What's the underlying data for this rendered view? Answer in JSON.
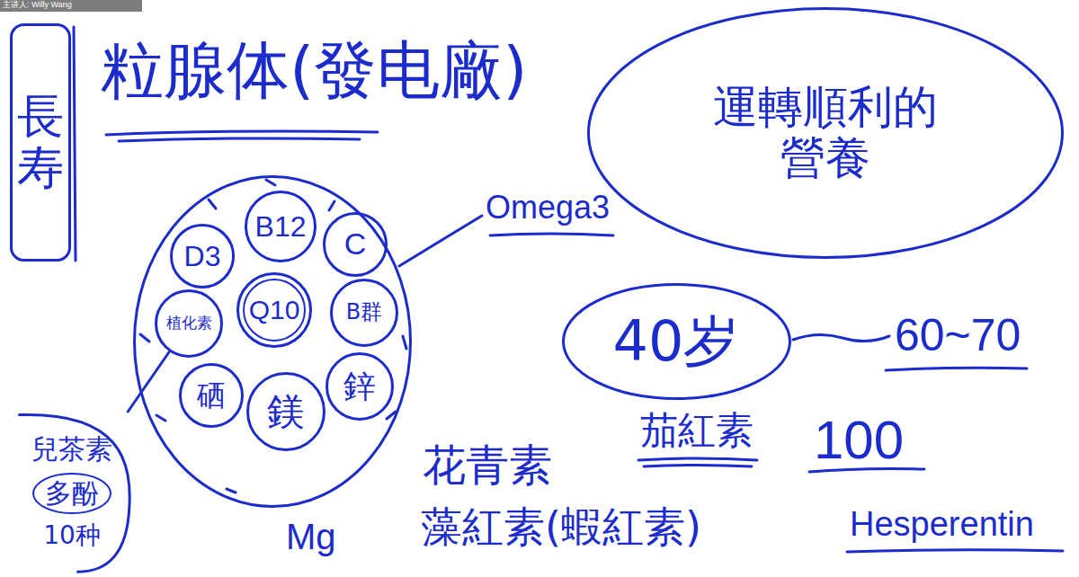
{
  "diagram": {
    "title": "粒腺体(發电廠)",
    "nodes": [
      {
        "text": [
          "長寿"
        ]
      },
      {
        "text": [
          "運轉順利的 營養"
        ]
      },
      {
        "text": []
      },
      {
        "text": [
          "B12"
        ],
        "in": 2
      },
      {
        "text": [
          "C"
        ],
        "in": 2
      },
      {
        "text": [
          "D3"
        ],
        "in": 2
      },
      {
        "text": [
          "植化素"
        ],
        "in": 2
      },
      {
        "text": [
          "Q10"
        ],
        "in": 2
      },
      {
        "text": [
          "B群"
        ],
        "in": 2
      },
      {
        "text": [
          "硒"
        ],
        "in": 2
      },
      {
        "text": [
          "鎂"
        ],
        "in": 2
      },
      {
        "text": [
          "鋅"
        ],
        "in": 2
      },
      {
        "text": [
          "兒茶素",
          "多酚",
          "10种"
        ]
      },
      {
        "text": [
          "40岁"
        ]
      }
    ],
    "edges": [
      {
        "from": 6,
        "to": 12,
        "arrow": "none"
      }
    ],
    "labels": [
      "主讲人: Willy Wang",
      "Omega3",
      "60~70",
      "茄紅素",
      "100",
      "Mg",
      "花青素",
      "藻紅素(蝦紅素)",
      "Hesperentin"
    ]
  }
}
